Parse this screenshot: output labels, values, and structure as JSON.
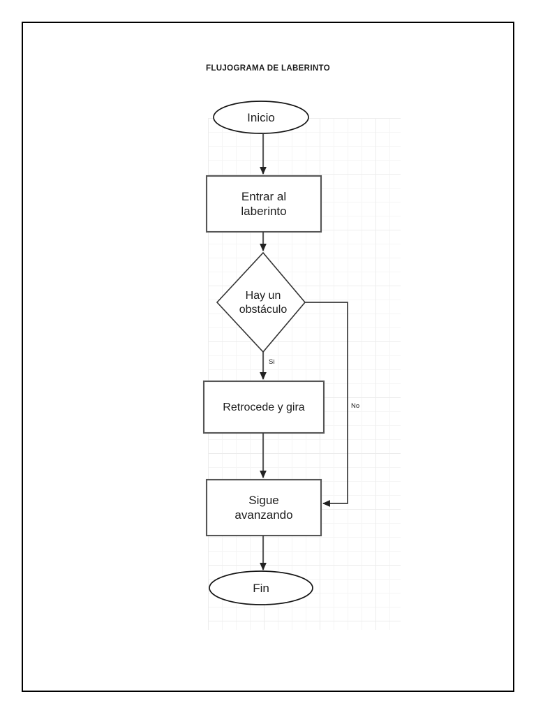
{
  "document": {
    "title": "FLUJOGRAMA DE LABERINTO",
    "page_border_color": "#000000",
    "background_color": "#ffffff",
    "grid_color": "#ececec"
  },
  "chart_data": {
    "type": "diagram",
    "diagram_kind": "flowchart",
    "title": "FLUJOGRAMA DE LABERINTO",
    "language": "es",
    "nodes": [
      {
        "id": "inicio",
        "label": "Inicio",
        "shape": "ellipse",
        "role": "start"
      },
      {
        "id": "entrar",
        "label": "Entrar al\nlaberinto",
        "shape": "rectangle",
        "role": "process"
      },
      {
        "id": "decision",
        "label": "Hay un\nobstáculo",
        "shape": "diamond",
        "role": "decision"
      },
      {
        "id": "retro",
        "label": "Retrocede y gira",
        "shape": "rectangle",
        "role": "process"
      },
      {
        "id": "sigue",
        "label": "Sigue\navanzando",
        "shape": "rectangle",
        "role": "process"
      },
      {
        "id": "fin",
        "label": "Fin",
        "shape": "ellipse",
        "role": "end"
      }
    ],
    "edges": [
      {
        "from": "inicio",
        "to": "entrar",
        "label": ""
      },
      {
        "from": "entrar",
        "to": "decision",
        "label": ""
      },
      {
        "from": "decision",
        "to": "retro",
        "label": "Si"
      },
      {
        "from": "decision",
        "to": "sigue",
        "label": "No"
      },
      {
        "from": "retro",
        "to": "sigue",
        "label": ""
      },
      {
        "from": "sigue",
        "to": "fin",
        "label": ""
      }
    ],
    "edge_labels": {
      "yes": "Si",
      "no": "No"
    }
  }
}
